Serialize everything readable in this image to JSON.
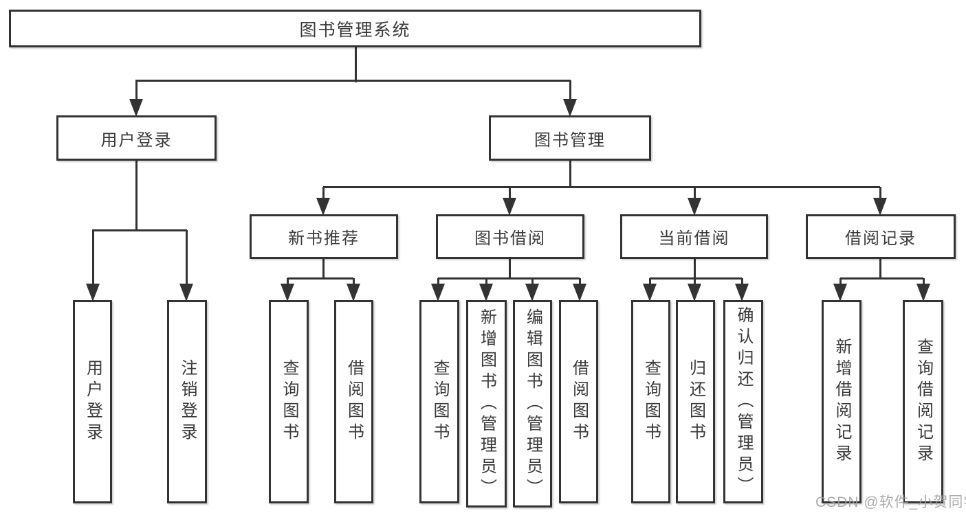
{
  "diagram": {
    "root": "图书管理系统",
    "branches": {
      "user": {
        "label": "用户登录",
        "leaves": [
          "用户登录",
          "注销登录"
        ]
      },
      "book": {
        "label": "图书管理",
        "sections": [
          {
            "label": "新书推荐",
            "leaves": [
              "查询图书",
              "借阅图书"
            ]
          },
          {
            "label": "图书借阅",
            "leaves": [
              "查询图书",
              "新增图书（管理员）",
              "编辑图书（管理员）",
              "借阅图书"
            ]
          },
          {
            "label": "当前借阅",
            "leaves": [
              "查询图书",
              "归还图书",
              "确认归还（管理员）"
            ]
          },
          {
            "label": "借阅记录",
            "leaves": [
              "新增借阅记录",
              "查询借阅记录"
            ]
          }
        ]
      }
    },
    "colors": {
      "line": "#333333",
      "text": "#3a3a3a",
      "box_background": "#ffffff",
      "page_background": "#ffffff",
      "watermark": "#9e9e9e"
    }
  },
  "watermark": "CSDN @软件_小贺同学"
}
